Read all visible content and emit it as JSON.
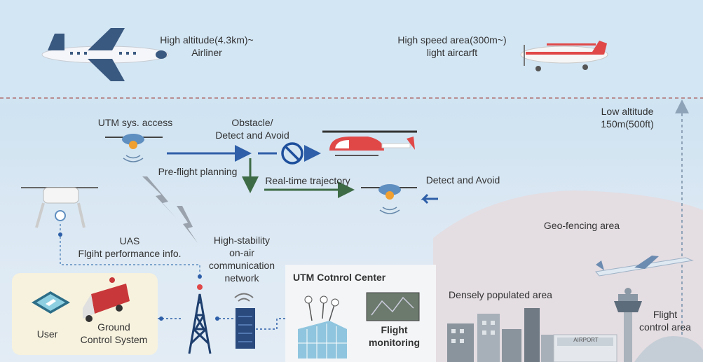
{
  "labels": {
    "high_altitude_line1": "High altitude(4.3km)~",
    "high_altitude_line2": "Airliner",
    "high_speed_line1": "High speed area(300m~)",
    "high_speed_line2": "light aircarft",
    "low_altitude_line1": "Low altitude",
    "low_altitude_line2": "150m(500ft)",
    "utm_access": "UTM sys. access",
    "obstacle_line1": "Obstacle/",
    "obstacle_line2": "Detect and Avoid",
    "preflight": "Pre-flight planning",
    "realtime": "Real-time trajectory",
    "detect_avoid": "Detect and Avoid",
    "uas_line1": "UAS",
    "uas_line2": "Flgiht performance info.",
    "network_line1": "High-stability",
    "network_line2": "on-air",
    "network_line3": "communication",
    "network_line4": "network",
    "geofencing": "Geo-fencing area",
    "densely": "Densely populated area",
    "flight_control_line1": "Flight",
    "flight_control_line2": "control area",
    "utm_center": "UTM Cotnrol Center",
    "flight_monitoring_line1": "Flight",
    "flight_monitoring_line2": "monitoring",
    "user": "User",
    "ground_line1": "Ground",
    "ground_line2": "Control System",
    "airport_sign": "AIRPORT"
  },
  "colors": {
    "blue_arrow": "#2e5fa8",
    "green_arrow": "#3d6b45",
    "divider": "#b07070",
    "prohibit": "#1e4f9c"
  }
}
